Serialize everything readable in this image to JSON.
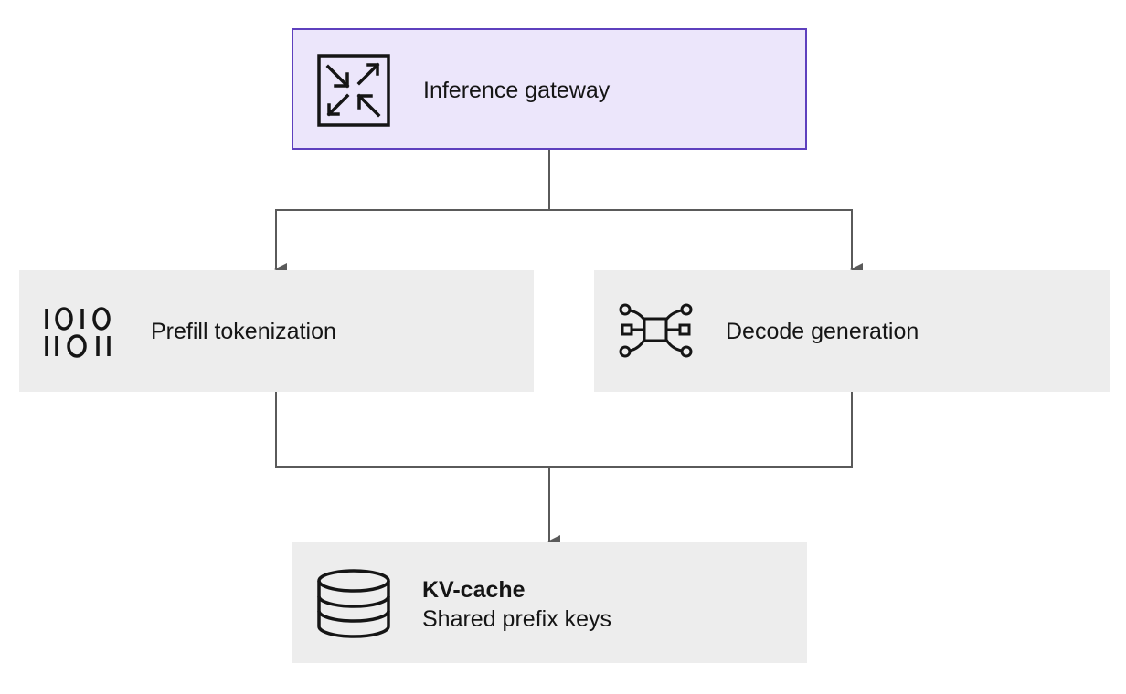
{
  "colors": {
    "gateway_fill": "#ece6fb",
    "gateway_border": "#5e40be",
    "node_fill": "#ededed",
    "connector": "#5a5a5a",
    "text": "#151515"
  },
  "nodes": {
    "gateway": {
      "label": "Inference gateway",
      "icon": "arrows-converge-icon"
    },
    "prefill": {
      "label": "Prefill tokenization",
      "icon": "binary-digits-icon"
    },
    "decode": {
      "label": "Decode generation",
      "icon": "circuit-nodes-icon"
    },
    "kvcache": {
      "title": "KV-cache",
      "subtitle": "Shared prefix keys",
      "icon": "database-icon"
    }
  },
  "edges": [
    {
      "from": "gateway",
      "to": "prefill"
    },
    {
      "from": "gateway",
      "to": "decode"
    },
    {
      "from": "prefill",
      "to": "kvcache"
    },
    {
      "from": "decode",
      "to": "kvcache"
    }
  ]
}
